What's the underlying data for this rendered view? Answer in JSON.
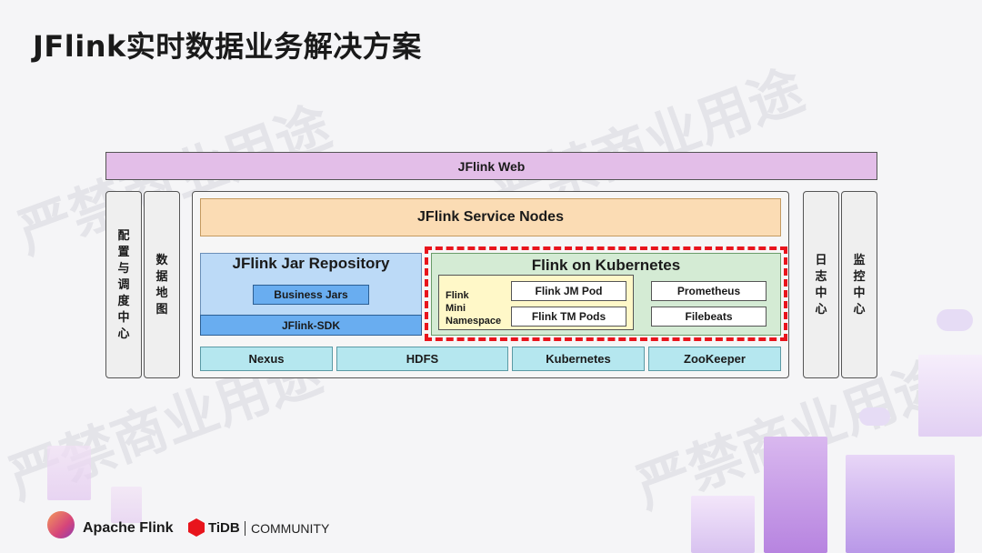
{
  "slide": {
    "title": "JFlink实时数据业务解决方案",
    "watermark": "严禁商业用途"
  },
  "diagram": {
    "web": "JFlink Web",
    "left_sidebars": [
      "配置与调度中心",
      "数据地图"
    ],
    "right_sidebars": [
      "日志中心",
      "监控中心"
    ],
    "service_nodes": "JFlink Service Nodes",
    "jar_repository": {
      "title": "JFlink Jar Repository",
      "business_jars": "Business Jars",
      "sdk": "JFlink-SDK"
    },
    "kubernetes": {
      "title": "Flink on Kubernetes",
      "namespace_lines": [
        "Flink",
        "Mini",
        "Namespace"
      ],
      "jm_pod": "Flink JM Pod",
      "tm_pods": "Flink TM Pods",
      "prometheus": "Prometheus",
      "filebeats": "Filebeats"
    },
    "bottom_row": [
      "Nexus",
      "HDFS",
      "Kubernetes",
      "ZooKeeper"
    ]
  },
  "footer": {
    "apache_flink": "Apache Flink",
    "tidb": "TiDB",
    "community": "COMMUNITY"
  },
  "colors": {
    "web": "#e3bee8",
    "service": "#fbdcb4",
    "jar": "#bcdaf7",
    "jar_inner": "#69adf0",
    "k8s": "#d4ebd4",
    "namespace": "#fff8c8",
    "bottom": "#b5e7ef",
    "highlight_dash": "#e8141c"
  }
}
